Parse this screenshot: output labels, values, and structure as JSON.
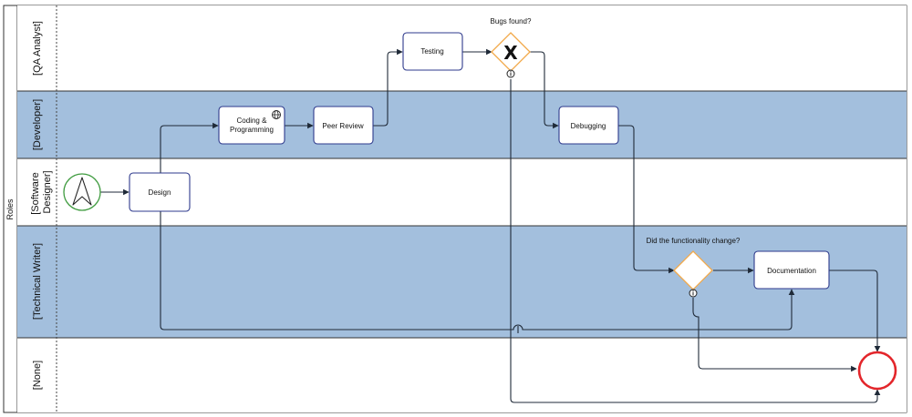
{
  "pool": {
    "label": "Roles"
  },
  "lanes": [
    {
      "id": "qa",
      "label": "[QA Analyst]",
      "shaded": false
    },
    {
      "id": "dev",
      "label": "[Developer]",
      "shaded": true
    },
    {
      "id": "sd",
      "label": "[Software Designer]",
      "label_lines": [
        "[Software",
        "Designer]"
      ],
      "shaded": false
    },
    {
      "id": "tw",
      "label": "[Technical Writer]",
      "shaded": true
    },
    {
      "id": "none",
      "label": "[None]",
      "shaded": false
    }
  ],
  "tasks": [
    {
      "id": "design",
      "lines": [
        "Design"
      ]
    },
    {
      "id": "coding",
      "lines": [
        "Coding &",
        "Programming"
      ],
      "icon": "globe-icon"
    },
    {
      "id": "peer",
      "lines": [
        "Peer Review"
      ]
    },
    {
      "id": "testing",
      "lines": [
        "Testing"
      ]
    },
    {
      "id": "debugging",
      "lines": [
        "Debugging"
      ]
    },
    {
      "id": "documentation",
      "lines": [
        "Documentation"
      ]
    }
  ],
  "gateways": [
    {
      "id": "bugs",
      "label": "Bugs found?",
      "marker": "X",
      "type": "exclusive"
    },
    {
      "id": "func",
      "label": "Did the functionality change?",
      "type": "plain"
    }
  ],
  "events": [
    {
      "id": "start",
      "type": "start",
      "icon": "navigation-arrow-icon"
    },
    {
      "id": "end",
      "type": "end"
    }
  ],
  "colors": {
    "lane_shade": "#a3bfdd",
    "lane_white": "#ffffff",
    "gateway_border": "#f2a94a",
    "start_border": "#3f9b3f",
    "end_border": "#e3262b",
    "task_border": "#2e3a8c",
    "edge": "#1f2a38"
  }
}
